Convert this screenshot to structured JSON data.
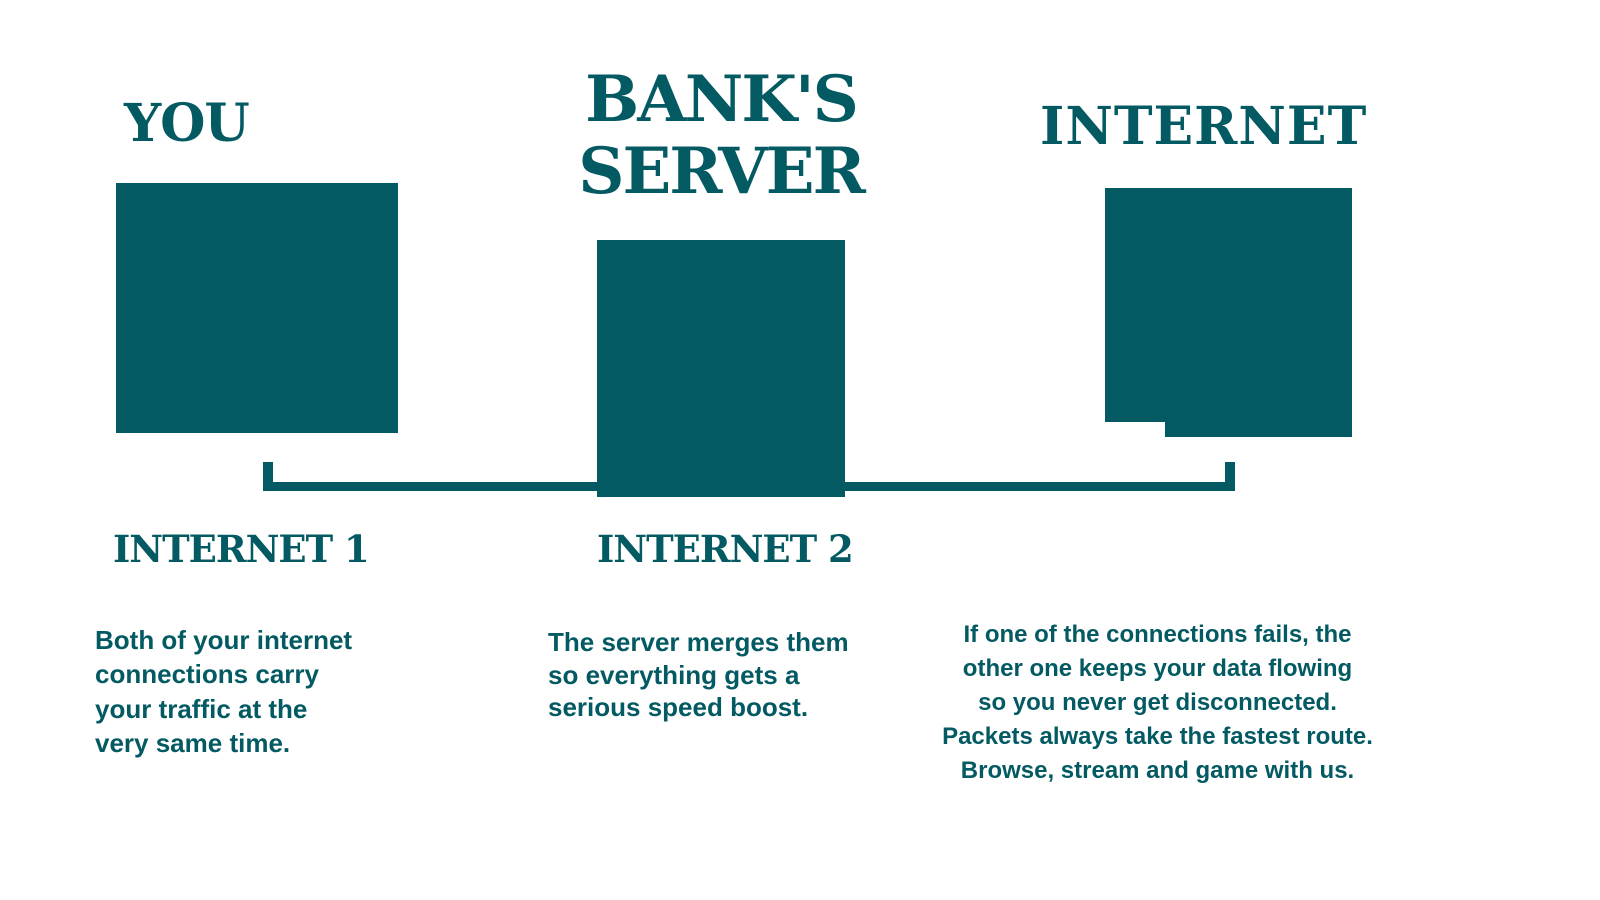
{
  "diagram": {
    "accent_color": "#045A62",
    "background_color": "#FFFFFF",
    "nodes": [
      {
        "id": "you",
        "label": "YOU"
      },
      {
        "id": "server",
        "label_line1": "BANK'S",
        "label_line2": "SERVER",
        "label": "BANK'S SERVER"
      },
      {
        "id": "internet",
        "label": "INTERNET"
      }
    ],
    "connections": [
      {
        "id": "internet-1",
        "label": "INTERNET 1"
      },
      {
        "id": "internet-2",
        "label": "INTERNET 2"
      }
    ],
    "descriptions": [
      {
        "for": "you",
        "text": "Both of your internet\nconnections carry\nyour traffic at the\nvery same time."
      },
      {
        "for": "server",
        "text": "The server merges them\nso everything gets a\nserious speed boost."
      },
      {
        "for": "internet",
        "text": "If one of the connections fails, the\nother one keeps your data flowing\nso you never get disconnected.\nPackets always take the fastest route.\nBrowse, stream and game with us."
      }
    ]
  }
}
